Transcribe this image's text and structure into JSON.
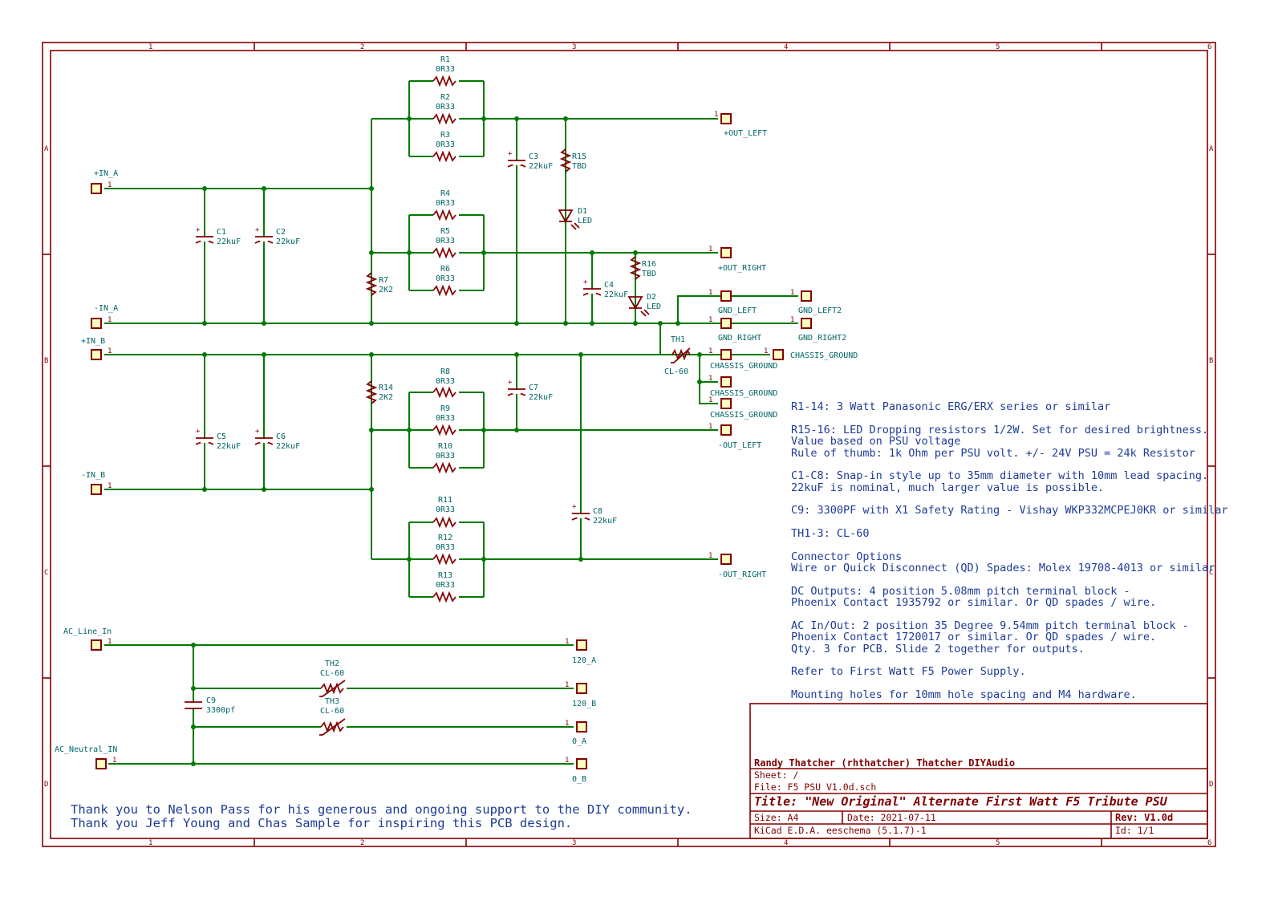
{
  "border": {
    "columns": [
      "1",
      "2",
      "3",
      "4",
      "5",
      "6"
    ],
    "rows": [
      "A",
      "B",
      "C",
      "D"
    ]
  },
  "connectors": {
    "in_a_pos": "+IN_A",
    "in_a_neg": "-IN_A",
    "in_b_pos": "+IN_B",
    "in_b_neg": "-IN_B",
    "ac_line": "AC_Line_In",
    "ac_neutral": "AC_Neutral_IN",
    "out_left_pos": "+OUT_LEFT",
    "out_right_pos": "+OUT_RIGHT",
    "out_left_neg": "-OUT_LEFT",
    "out_right_neg": "-OUT_RIGHT",
    "gnd_left": "GND_LEFT",
    "gnd_right": "GND_RIGHT",
    "gnd_left2": "GND_LEFT2",
    "gnd_right2": "GND_RIGHT2",
    "chassis_ground_1": "CHASSIS_GROUND",
    "chassis_ground_2": "CHASSIS_GROUND",
    "chassis_ground_3": "CHASSIS_GROUND",
    "chassis_ground_4": "CHASSIS_GROUND",
    "out_120a": "120_A",
    "out_120b": "120_B",
    "out_0a": "0_A",
    "out_0b": "0_B",
    "pin": "1"
  },
  "components": {
    "r_value": "0R33",
    "r1": "R1",
    "r2": "R2",
    "r3": "R3",
    "r4": "R4",
    "r5": "R5",
    "r6": "R6",
    "r8": "R8",
    "r9": "R9",
    "r10": "R10",
    "r11": "R11",
    "r12": "R12",
    "r13": "R13",
    "r7": "R7",
    "r7_value": "2K2",
    "r14": "R14",
    "r14_value": "2K2",
    "r15": "R15",
    "r15_value": "TBD",
    "r16": "R16",
    "r16_value": "TBD",
    "c1": "C1",
    "c2": "C2",
    "c3": "C3",
    "c4": "C4",
    "c5": "C5",
    "c6": "C6",
    "c7": "C7",
    "c8": "C8",
    "c_value": "22kuF",
    "c9": "C9",
    "c9_value": "3300pf",
    "d1": "D1",
    "d2": "D2",
    "d_value": "LED",
    "th1": "TH1",
    "th2": "TH2",
    "th3": "TH3",
    "th_value": "CL-60"
  },
  "notes": [
    "R1-14: 3 Watt Panasonic ERG/ERX series or similar",
    "R15-16: LED Dropping resistors 1/2W.  Set for desired brightness.",
    "Value based on PSU voltage",
    "Rule of thumb: 1k Ohm per PSU volt.  +/- 24V PSU = 24k Resistor",
    "C1-C8: Snap-in style up to 35mm diameter with 10mm lead spacing.",
    "22kuF is nominal, much larger value is possible.",
    "C9:  3300PF with X1 Safety Rating - Vishay WKP332MCPEJ0KR or similar",
    "TH1-3: CL-60",
    "Connector Options",
    "Wire or Quick Disconnect (QD) Spades: Molex 19708-4013 or similar",
    "DC Outputs: 4 position 5.08mm pitch terminal block -",
    "Phoenix Contact 1935792 or similar.  Or QD spades / wire.",
    "AC In/Out: 2 position 35 Degree 9.54mm pitch terminal block -",
    "Phoenix Contact 1720017 or similar.  Or QD spades / wire.",
    "Qty. 3 for PCB.   Slide 2 together for outputs.",
    "Refer to First Watt F5 Power Supply.",
    "Mounting holes for 10mm hole spacing and M4 hardware."
  ],
  "thanks": [
    "Thank you to Nelson Pass for his generous and ongoing support to the DIY community.",
    "Thank you Jeff Young and Chas Sample for inspiring this PCB design."
  ],
  "title_block": {
    "author": "Randy Thatcher (rhthatcher) Thatcher DIYAudio",
    "sheet": "Sheet: /",
    "file": "File: F5 PSU V1.0d.sch",
    "title": "Title: \"New Original\" Alternate First Watt F5 Tribute PSU",
    "size": "Size: A4",
    "date": "Date: 2021-07-11",
    "rev": "Rev: V1.0d",
    "tool": "KiCad E.D.A.  eeschema (5.1.7)-1",
    "id": "Id: 1/1"
  },
  "colors": {
    "wire": "#007a00",
    "component": "#840000",
    "label": "#006464",
    "note": "#1e3c96",
    "connector_fill": "#ffffc0"
  }
}
